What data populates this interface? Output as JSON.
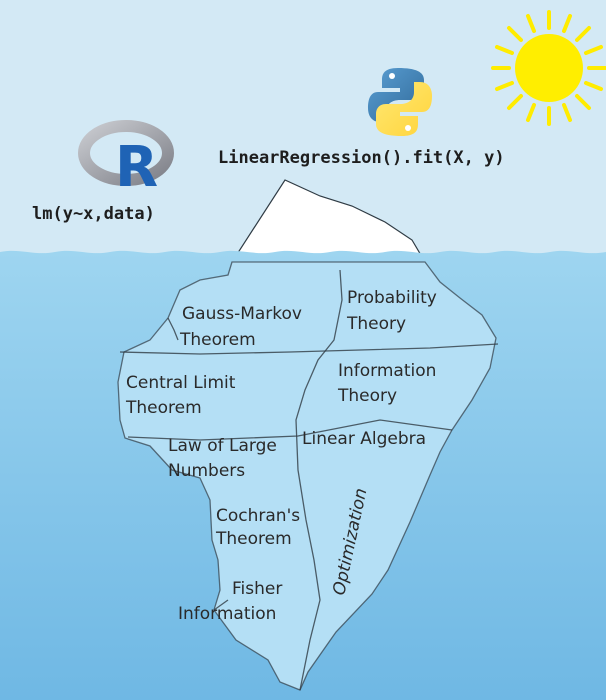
{
  "r_code": "lm(y~x,data)",
  "python_code": "LinearRegression().fit(X, y)",
  "r_logo_letter": "R",
  "icons": [
    "r-logo-icon",
    "python-logo-icon",
    "sun-icon"
  ],
  "colors": {
    "sky": "#cfe6f3",
    "water": "#8ccbec",
    "ice_above": "#ffffff",
    "ice_below": "#b4dff5",
    "crack": "#2f3b44",
    "sun": "#ffec00",
    "python_blue": "#3b75b8",
    "python_yellow": "#f7cf37",
    "r_blue": "#1f63b5",
    "r_gray": "#9a9ca3"
  },
  "iceberg_topics": {
    "gauss_markov": [
      "Gauss-Markov",
      "Theorem"
    ],
    "probability": [
      "Probability",
      "Theory"
    ],
    "central_limit": [
      "Central Limit",
      "Theorem"
    ],
    "information_theory": [
      "Information",
      "Theory"
    ],
    "law_large_numbers": [
      "Law of Large",
      "Numbers"
    ],
    "linear_algebra": "Linear Algebra",
    "cochran": [
      "Cochran's",
      "Theorem"
    ],
    "optimization": "Optimization",
    "fisher": [
      "Fisher",
      "Information"
    ]
  }
}
